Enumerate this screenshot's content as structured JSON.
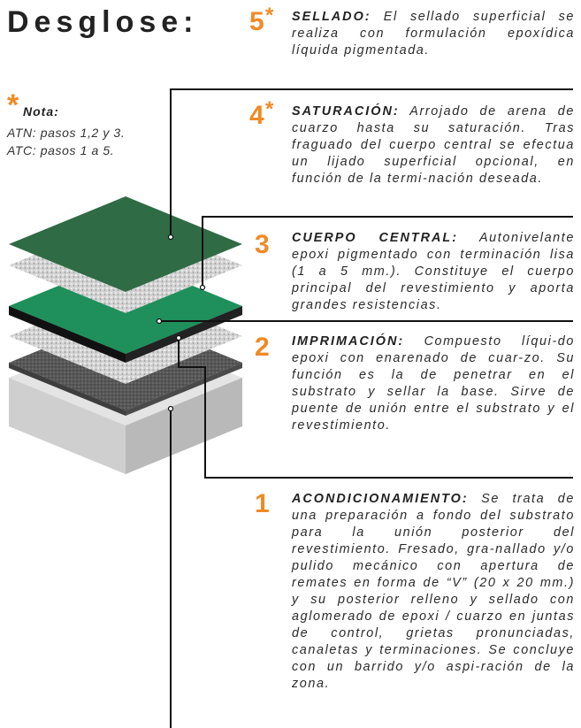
{
  "title": "Desglose:",
  "note": {
    "star": "*",
    "label": "Nota:",
    "lines": [
      "ATN: pasos 1,2 y 3.",
      "ATC: pasos 1 a 5."
    ]
  },
  "steps": [
    {
      "number": "5",
      "star": "*",
      "heading": "SELLADO:",
      "text": "El sellado superficial se realiza con formulación epoxídica líquida pigmentada."
    },
    {
      "number": "4",
      "star": "*",
      "heading": "SATURACIÓN:",
      "text": "Arrojado de arena de cuarzo hasta su saturación. Tras fraguado del cuerpo central se efectua un lijado superficial opcional, en función de la termi-nación deseada."
    },
    {
      "number": "3",
      "star": "",
      "heading": "CUERPO CENTRAL:",
      "text": "Autonivelante epoxi pigmentado con terminación lisa (1 a 5 mm.). Constituye el cuerpo principal del revestimiento y aporta grandes resistencias."
    },
    {
      "number": "2",
      "star": "",
      "heading": "IMPRIMACIÓN:",
      "text": "Compuesto líqui-do epoxi con enarenado de cuar-zo. Su función es la de penetrar en el substrato y sellar la base. Sirve de puente de unión entre el substrato y el revestimiento."
    },
    {
      "number": "1",
      "star": "",
      "heading": "ACONDICIONAMIENTO:",
      "text": "Se trata de una preparación a fondo del substrato para la unión posterior del revestimiento. Fresado, gra-nallado y/o pulido mecánico con apertura de remates en forma de “V” (20 x 20 mm.) y su posterior relleno y sellado con aglomerado de epoxi / cuarzo en juntas de control, grietas pronunciadas, canaletas y terminaciones. Se concluye con un barrido y/o aspi-ración de la zona."
    }
  ],
  "colors": {
    "accent": "#f08a24",
    "seal_green": "#2f6b45",
    "body_green": "#1f8f5c",
    "quartz": "#c9c9c9",
    "primer": "#595959",
    "substrate": "#dcdcdc"
  }
}
